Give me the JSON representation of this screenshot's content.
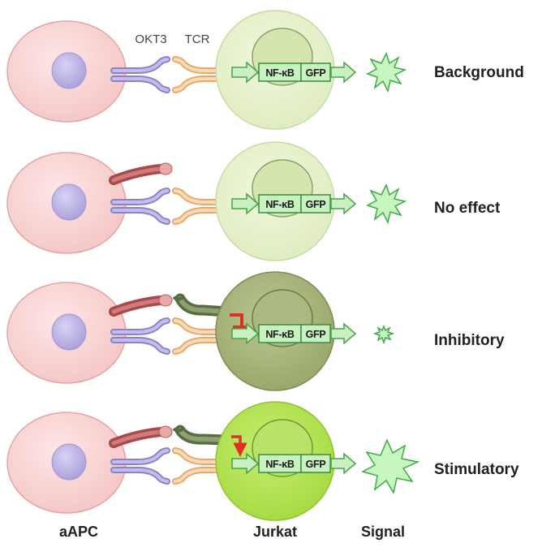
{
  "receptor_labels": {
    "okt3": "OKT3",
    "tcr": "TCR"
  },
  "reporter": {
    "promoter": "NF-κB",
    "gene": "GFP"
  },
  "column_labels": {
    "apc": "aAPC",
    "jurkat": "Jurkat",
    "signal": "Signal"
  },
  "rows": [
    {
      "outcome": "Background"
    },
    {
      "outcome": "No effect"
    },
    {
      "outcome": "Inhibitory"
    },
    {
      "outcome": "Stimulatory"
    }
  ],
  "colors": {
    "apc_fill": "#f9d2d2",
    "apc_stroke": "#e3a6a6",
    "apc_nucleus": "#b9aee6",
    "okt3": "#a99fd6",
    "tcr": "#f3bf8a",
    "ligand": "#b45a5a",
    "receptor": "#6e8356",
    "jurkat_background": "#e7f3cc",
    "jurkat_inhibitory": "#a4b276",
    "jurkat_stimulatory": "#b0e34c",
    "gfp_signal": "#7fe07a",
    "inhibit_mark": "#e03020",
    "stimulate_mark": "#e03020"
  }
}
